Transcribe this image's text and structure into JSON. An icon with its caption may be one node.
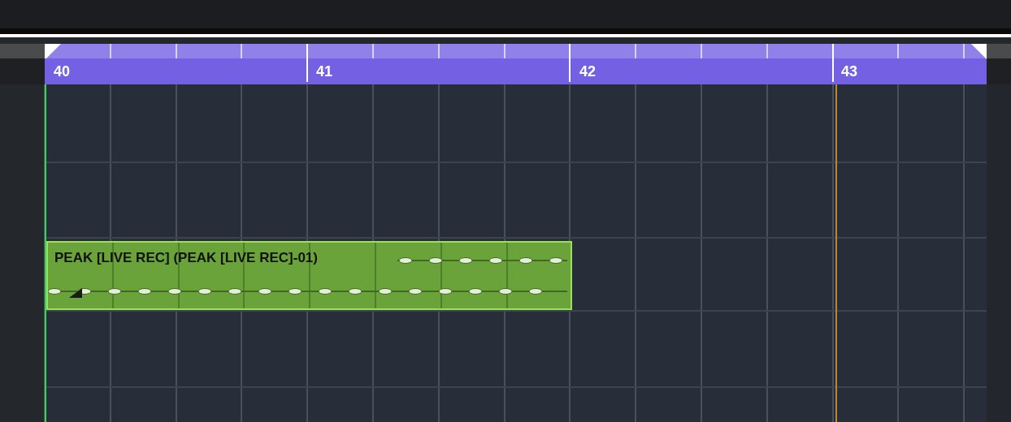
{
  "diagram": {
    "nodes": [
      {
        "text": [
          "PEAK [LIVE REC] (PEAK [LIVE REC]-01)"
        ]
      }
    ],
    "labels": [
      "40",
      "41",
      "42",
      "43"
    ]
  }
}
